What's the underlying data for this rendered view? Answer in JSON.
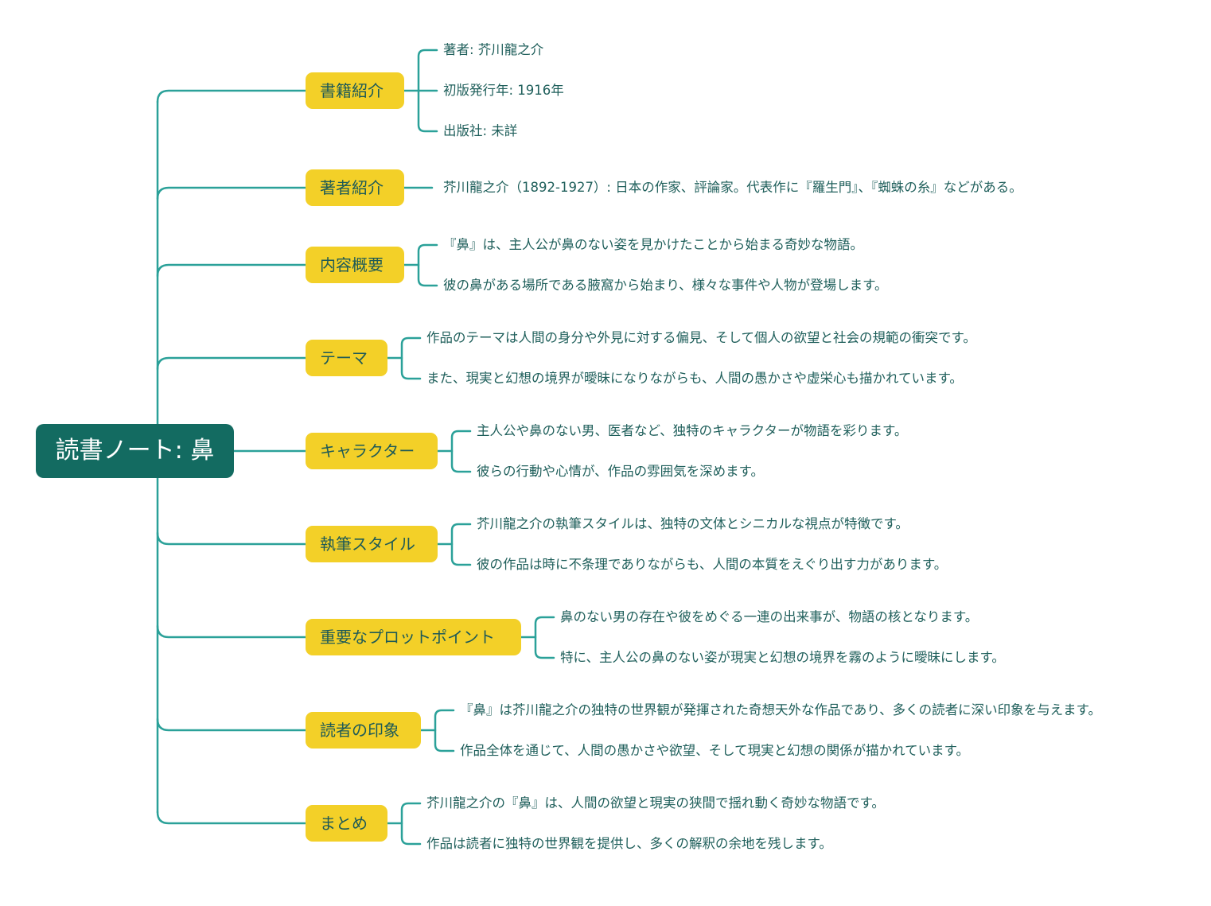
{
  "colors": {
    "root_bg": "#136B61",
    "root_text": "#FFFFFF",
    "branch_bg": "#F3D028",
    "branch_text": "#1E5A57",
    "line": "#2BA199",
    "leaf_text": "#1F5F5B"
  },
  "root": {
    "label": "読書ノート: 鼻"
  },
  "branches": [
    {
      "label": "書籍紹介",
      "children": [
        "著者: 芥川龍之介",
        "初版発行年: 1916年",
        "出版社: 未詳"
      ]
    },
    {
      "label": "著者紹介",
      "children": [
        "芥川龍之介（1892-1927）: 日本の作家、評論家。代表作に『羅生門』、『蜘蛛の糸』などがある。"
      ]
    },
    {
      "label": "内容概要",
      "children": [
        "『鼻』は、主人公が鼻のない姿を見かけたことから始まる奇妙な物語。",
        "彼の鼻がある場所である腋窩から始まり、様々な事件や人物が登場します。"
      ]
    },
    {
      "label": "テーマ",
      "children": [
        "作品のテーマは人間の身分や外見に対する偏見、そして個人の欲望と社会の規範の衝突です。",
        "また、現実と幻想の境界が曖昧になりながらも、人間の愚かさや虚栄心も描かれています。"
      ]
    },
    {
      "label": "キャラクター",
      "children": [
        "主人公や鼻のない男、医者など、独特のキャラクターが物語を彩ります。",
        "彼らの行動や心情が、作品の雰囲気を深めます。"
      ]
    },
    {
      "label": "執筆スタイル",
      "children": [
        "芥川龍之介の執筆スタイルは、独特の文体とシニカルな視点が特徴です。",
        "彼の作品は時に不条理でありながらも、人間の本質をえぐり出す力があります。"
      ]
    },
    {
      "label": "重要なプロットポイント",
      "children": [
        "鼻のない男の存在や彼をめぐる一連の出来事が、物語の核となります。",
        "特に、主人公の鼻のない姿が現実と幻想の境界を霧のように曖昧にします。"
      ]
    },
    {
      "label": "読者の印象",
      "children": [
        "『鼻』は芥川龍之介の独特の世界観が発揮された奇想天外な作品であり、多くの読者に深い印象を与えます。",
        "作品全体を通じて、人間の愚かさや欲望、そして現実と幻想の関係が描かれています。"
      ]
    },
    {
      "label": "まとめ",
      "children": [
        "芥川龍之介の『鼻』は、人間の欲望と現実の狭間で揺れ動く奇妙な物語です。",
        "作品は読者に独特の世界観を提供し、多くの解釈の余地を残します。"
      ]
    }
  ]
}
